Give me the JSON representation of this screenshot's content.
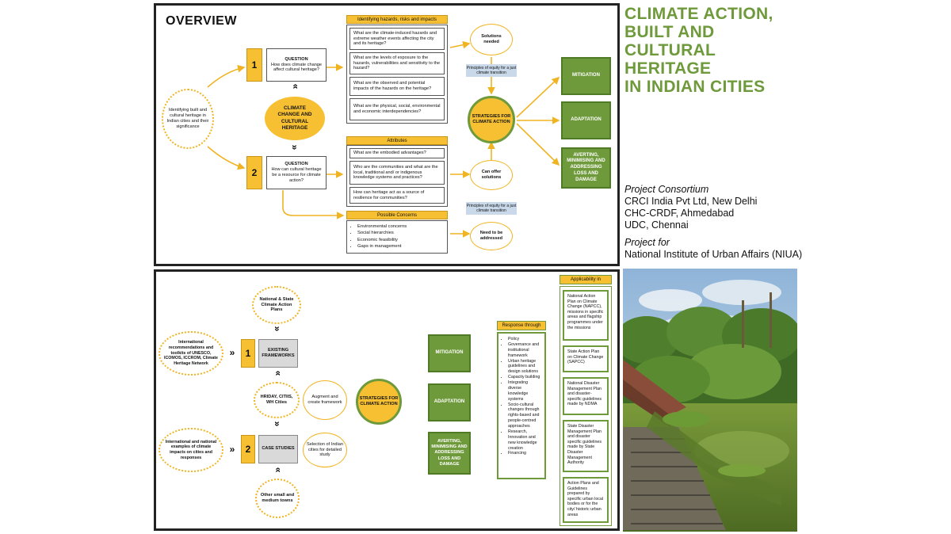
{
  "side": {
    "title_lines": [
      "CLIMATE ACTION,",
      "BUILT AND",
      "CULTURAL HERITAGE",
      "IN INDIAN CITIES"
    ],
    "consortium_heading": "Project Consortium",
    "consortium": [
      "CRCI India Pvt Ltd, New Delhi",
      "CHC-CRDF, Ahmedabad",
      "UDC, Chennai"
    ],
    "for_heading": "Project for",
    "for_org": "National Institute of Urban Affairs (NIUA)"
  },
  "top": {
    "title": "OVERVIEW",
    "left_oval": "Identifying built and cultural heritage in Indian cities and their significance",
    "q1_num": "1",
    "q1_text_label": "QUESTION",
    "q1_text": "How does climate change affect cultural heritage?",
    "q2_num": "2",
    "q2_text_label": "QUESTION",
    "q2_text": "How can cultural heritage be a resource for climate action?",
    "center": "CLIMATE CHANGE AND CULTURAL HERITAGE",
    "chevrons": "»",
    "hazards_header": "Identifying hazards, risks and impacts",
    "hazards": [
      "What are the climate-induced hazards and extreme weather events affecting the city and its heritage?",
      "What are the levels of exposure to the hazards, vulnerabilities and sensitivity to the hazard?",
      "What are the observed and potential impacts of the hazards on the heritage?",
      "What are the physical, social, environmental and economic interdependencies?"
    ],
    "attributes_header": "Attributes",
    "attributes": [
      "What are the embodied advantages?",
      "Who are the communities and what are the local, traditional and/ or indigenous knowledge systems and practices?",
      "How can heritage act as a source of resilience for communities?"
    ],
    "concerns_header": "Possible Concerns",
    "concerns": [
      "Environmental concerns",
      "Social hierarchies",
      "Economic feasibility",
      "Gaps in management"
    ],
    "solutions_needed": "Solutions needed",
    "can_offer": "Can offer solutions",
    "need_address": "Need to be addressed",
    "equity1": "Principles of equity for a just climate transition",
    "equity2": "Principles of equity for a just climate transition",
    "strategies": "STRATEGIES FOR CLIMATE ACTION",
    "mitigation": "MITIGATION",
    "adaptation": "ADAPTATION",
    "averting": "AVERTING, MINIMISING AND ADDRESSING LOSS AND DAMAGE"
  },
  "bottom": {
    "oval_national": "National & State Climate Action Plans",
    "oval_international": "International recommendations and toolkits of UNESCO, ICOMOS, ICCROM, Climate Heritage Network",
    "oval_hriday": "HRIDAY, CITIIS, WH Cities",
    "oval_intl_examples": "International and national examples of climate impacts on cities and responses",
    "oval_other": "Other small and medium towns",
    "num1": "1",
    "existing": "EXISTING FRAMEWORKS",
    "num2": "2",
    "case": "CASE STUDIES",
    "augment": "Augment and create framework",
    "selection": "Selection of Indian cities for detailed study",
    "strategies": "STRATEGIES FOR CLIMATE ACTION",
    "mitigation": "MITIGATION",
    "adaptation": "ADAPTATION",
    "averting": "AVERTING, MINIMISING AND ADDRESSING LOSS AND DAMAGE",
    "response_header": "Response through",
    "responses": [
      "Policy",
      "Governance and institutional framework",
      "Urban heritage guidelines and design solutions",
      "Capacity building",
      "Integrating diverse knowledge systems",
      "Socio-cultural changes through rights-based and people-centred approaches",
      "Research, Innovation and new knowledge creation",
      "Financing"
    ],
    "applicability_header": "Applicability in",
    "applicability": [
      "National Action Plan on Climate Change (NAPCC), missions in specific areas and flagship programmes under the missions",
      "State Action Plan on Climate Change (SAPCC)",
      "National Disaster Management Plan and disaster-specific guidelines made by NDMA",
      "State Disaster Management Plan and disaster specific guidelines made by State Disaster Management Authority",
      "Action Plans and Guidelines prepared by specific urban local bodies or for the city/ historic urban areas"
    ]
  },
  "colors": {
    "yellow": "#f6c032",
    "green": "#6f9a3b",
    "blue": "#c9d9ea"
  }
}
